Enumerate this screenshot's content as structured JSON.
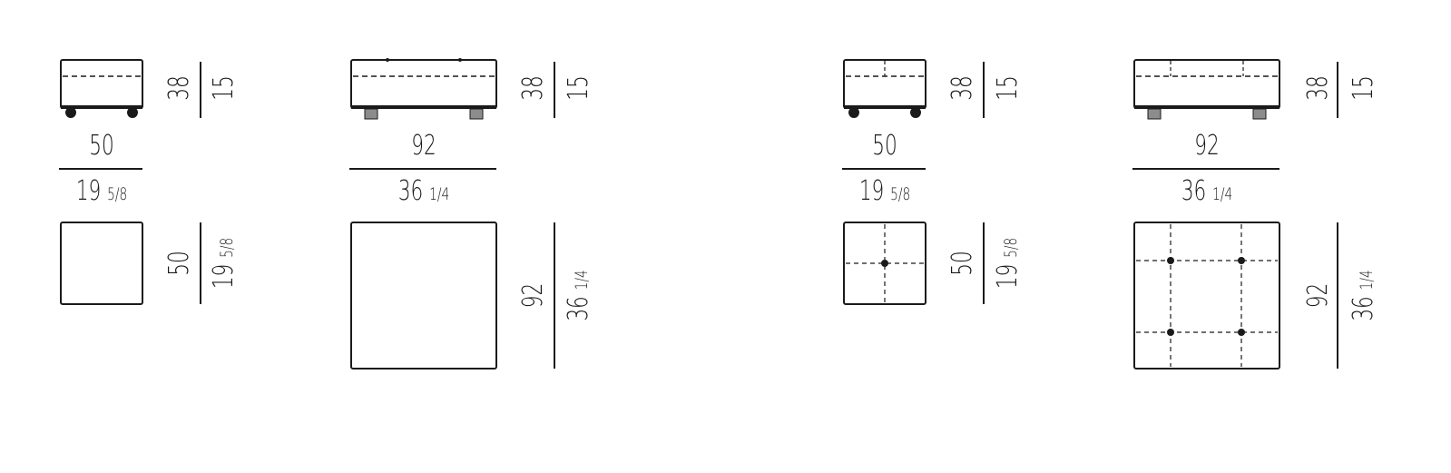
{
  "modules": [
    {
      "name": "pouf-50-casters",
      "height_cm": "38",
      "height_in": "15",
      "width_cm": "50",
      "width_in": "19",
      "width_in_frac": "5/8",
      "depth_cm": "50",
      "depth_in": "19",
      "depth_in_frac": "5/8",
      "base": "casters",
      "tufted": false
    },
    {
      "name": "pouf-92-feet",
      "height_cm": "38",
      "height_in": "15",
      "width_cm": "92",
      "width_in": "36",
      "width_in_frac": "1/4",
      "depth_cm": "92",
      "depth_in": "36",
      "depth_in_frac": "1/4",
      "base": "feet",
      "tufted": false
    },
    {
      "name": "pouf-50-casters-tufted",
      "height_cm": "38",
      "height_in": "15",
      "width_cm": "50",
      "width_in": "19",
      "width_in_frac": "5/8",
      "depth_cm": "50",
      "depth_in": "19",
      "depth_in_frac": "5/8",
      "base": "casters",
      "tufted": true
    },
    {
      "name": "pouf-92-feet-tufted",
      "height_cm": "38",
      "height_in": "15",
      "width_cm": "92",
      "width_in": "36",
      "width_in_frac": "1/4",
      "depth_cm": "92",
      "depth_in": "36",
      "depth_in_frac": "1/4",
      "base": "feet",
      "tufted": true
    }
  ],
  "colors": {
    "line": "#1a1a1a",
    "foot": "#8c8c8c"
  }
}
